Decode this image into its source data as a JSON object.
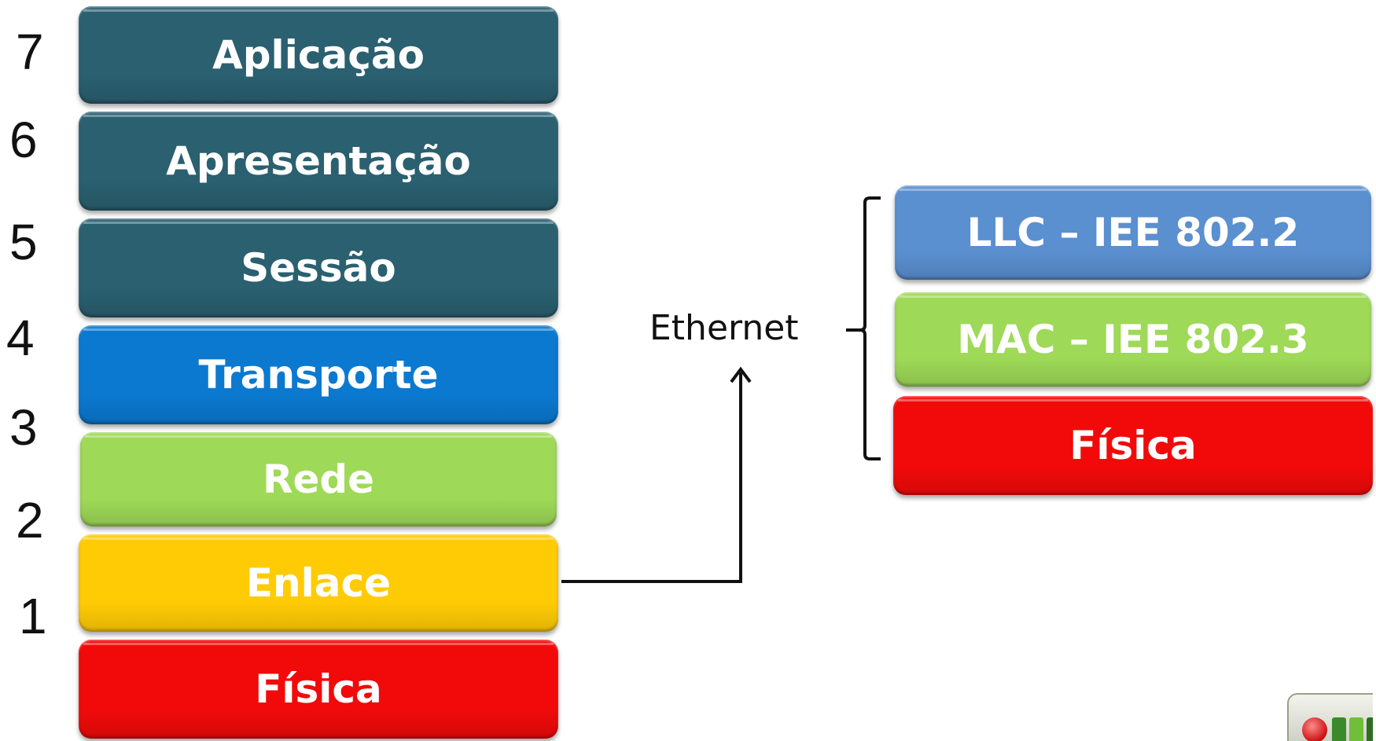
{
  "osi_layers": [
    {
      "number": "7",
      "label": "Aplicação",
      "color": "#2A6070"
    },
    {
      "number": "6",
      "label": "Apresentação",
      "color": "#2A6070"
    },
    {
      "number": "5",
      "label": "Sessão",
      "color": "#2A6070"
    },
    {
      "number": "4",
      "label": "Transporte",
      "color": "#0B79D0"
    },
    {
      "number": "3",
      "label": "Rede",
      "color": "#9ED957"
    },
    {
      "number": "2",
      "label": "Enlace",
      "color": "#FFCB05"
    },
    {
      "number": "1",
      "label": "Física",
      "color": "#F20A0A"
    }
  ],
  "ethernet": {
    "label": "Ethernet",
    "layers": [
      {
        "label": "LLC – IEE 802.2",
        "color": "#5A8FD0"
      },
      {
        "label": "MAC – IEE 802.3",
        "color": "#9ED957"
      },
      {
        "label": "Física",
        "color": "#F20A0A"
      }
    ]
  },
  "corner_icon": "toolbar-buttons-icon"
}
